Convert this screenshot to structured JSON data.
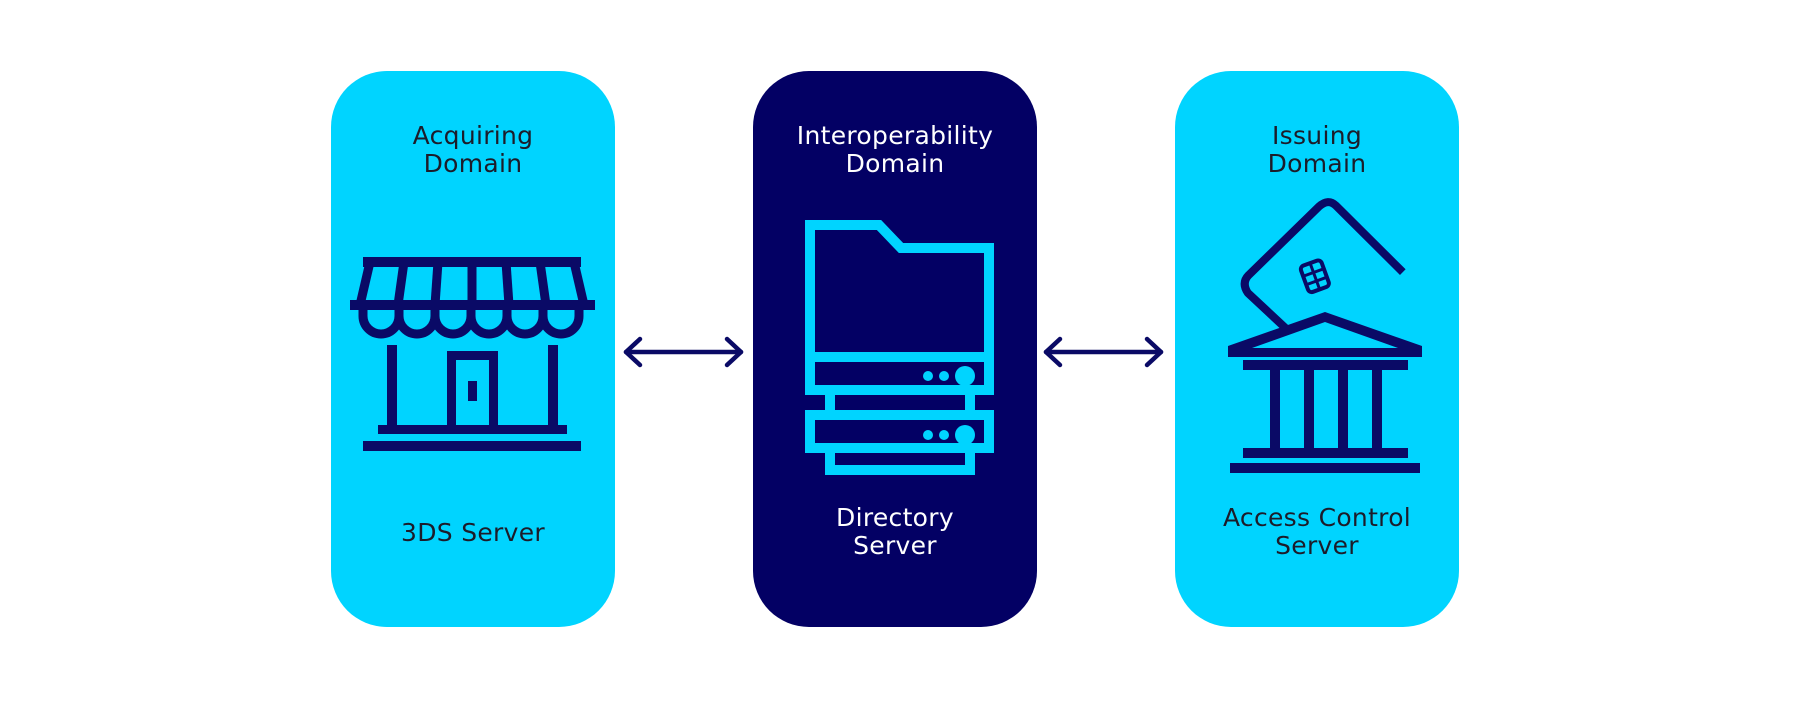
{
  "diagram": {
    "domains": [
      {
        "title": "Acquiring\nDomain",
        "component": "3DS Server",
        "icon": "storefront-icon",
        "theme": "light"
      },
      {
        "title": "Interoperability\nDomain",
        "component": "Directory\nServer",
        "icon": "server-folder-icon",
        "theme": "dark"
      },
      {
        "title": "Issuing\nDomain",
        "component": "Access Control\nServer",
        "icon": "bank-card-icon",
        "theme": "light"
      }
    ],
    "connections": [
      {
        "from": "Acquiring Domain",
        "to": "Interoperability Domain",
        "type": "bidirectional",
        "icon": "double-arrow-icon"
      },
      {
        "from": "Interoperability Domain",
        "to": "Issuing Domain",
        "type": "bidirectional",
        "icon": "double-arrow-icon"
      }
    ],
    "colors": {
      "light_card": "#00d4ff",
      "dark_card": "#030064",
      "icon_dark": "#0a0a66",
      "icon_light": "#00d4ff",
      "text_dark": "#1c1c2a",
      "text_light": "#ffffff",
      "background": "#ffffff"
    }
  }
}
